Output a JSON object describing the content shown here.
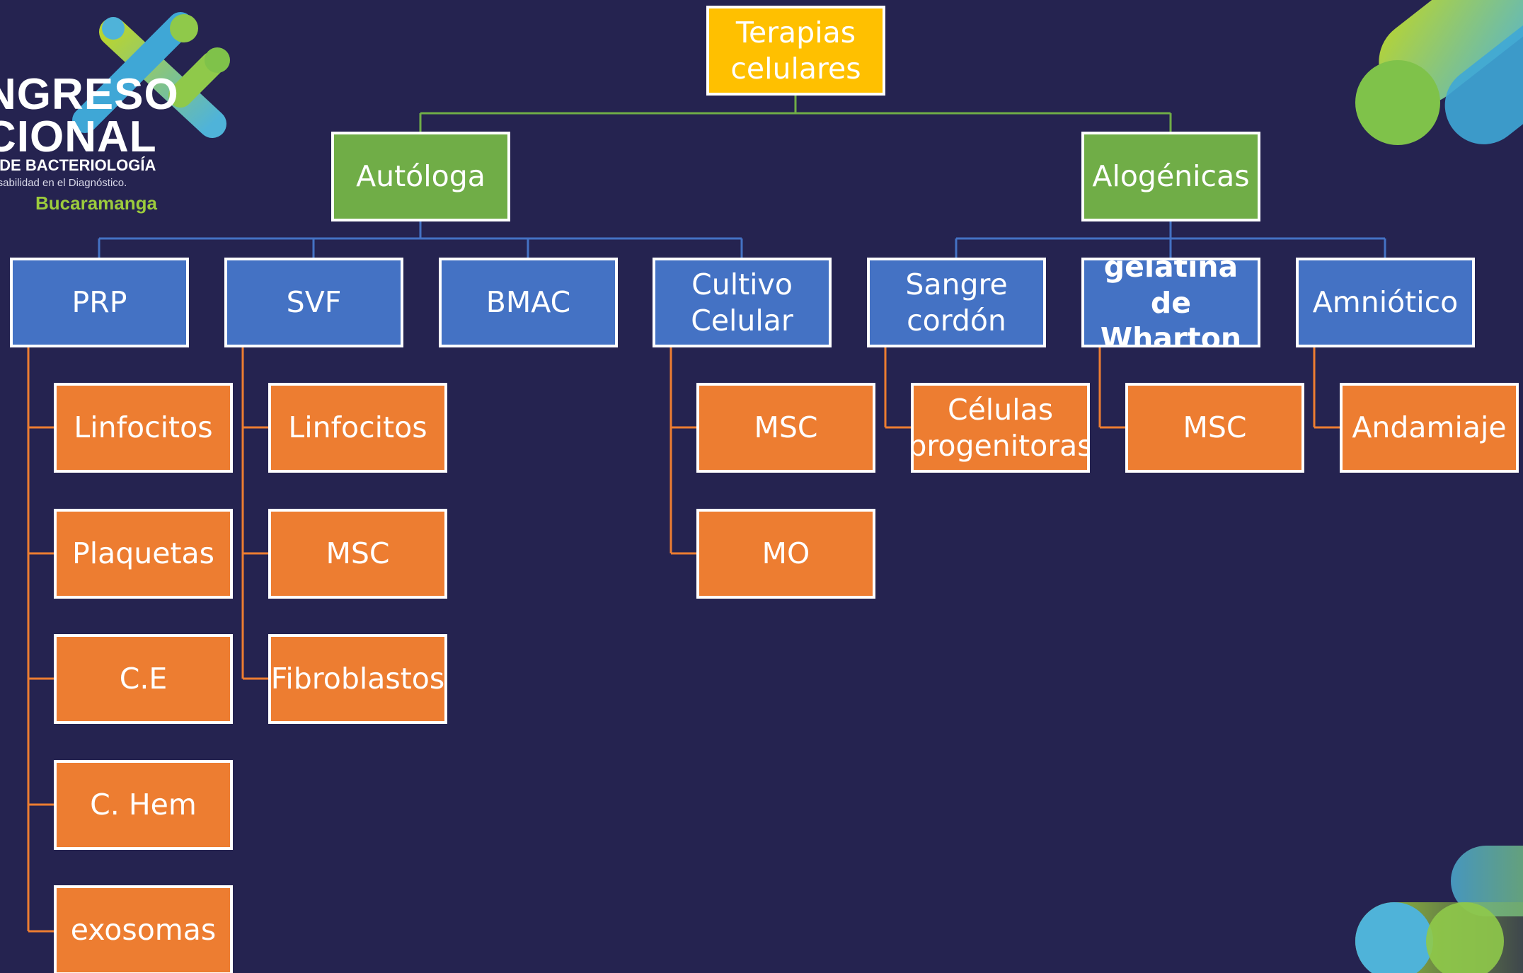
{
  "logo": {
    "line1": "NGRESO",
    "line2": "CIONAL",
    "line3": "L DE BACTERIOLOGÍA",
    "line4": "onsabilidad en el Diagnóstico.",
    "line5": "Bucaramanga"
  },
  "colors": {
    "background": "#252350",
    "root": "#FFC000",
    "level1": "#70AD47",
    "level2": "#4472C4",
    "level3": "#ED7D31",
    "connector_top": "#70AD47",
    "connector_mid": "#4472C4",
    "connector_leaf": "#ED7D31"
  },
  "tree": {
    "root": "Terapias\ncelulares",
    "autologa": {
      "label": "Autóloga",
      "prp": {
        "label": "PRP",
        "children": [
          "Linfocitos",
          "Plaquetas",
          "C.E",
          "C. Hem",
          "exosomas"
        ]
      },
      "svf": {
        "label": "SVF",
        "children": [
          "Linfocitos",
          "MSC",
          "Fibroblastos"
        ]
      },
      "bmac": {
        "label": "BMAC"
      },
      "cultivo": {
        "label": "Cultivo\nCelular",
        "children": [
          "MSC",
          "MO"
        ]
      }
    },
    "alogenicas": {
      "label": "Alogénicas",
      "sangre": {
        "label": "Sangre\ncordón",
        "children": [
          "Células\nprogenitoras"
        ]
      },
      "wharton": {
        "label": "gelatina de\nWharton",
        "children": [
          "MSC"
        ]
      },
      "amniotico": {
        "label": "Amniótico",
        "children": [
          "Andamiaje"
        ]
      }
    }
  }
}
